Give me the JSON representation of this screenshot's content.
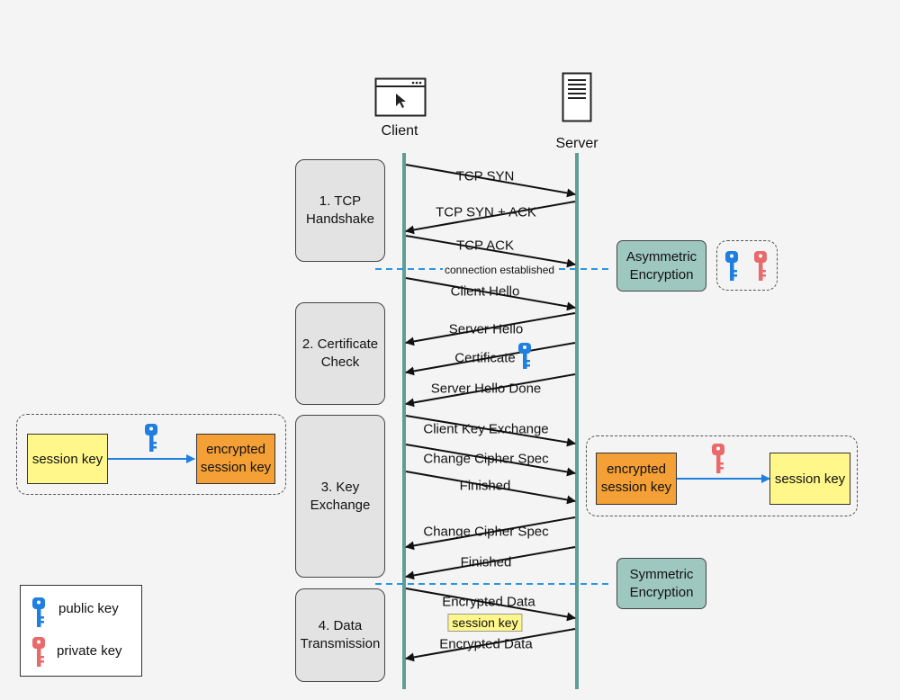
{
  "actors": {
    "client": "Client",
    "server": "Server"
  },
  "phases": {
    "tcp": "1. TCP\nHandshake",
    "cert": "2. Certificate\nCheck",
    "key": "3. Key\nExchange",
    "data": "4. Data\nTransmission"
  },
  "messages": {
    "tcp_syn": "TCP SYN",
    "tcp_syn_ack": "TCP SYN + ACK",
    "tcp_ack": "TCP ACK",
    "connection": "connection established",
    "client_hello": "Client Hello",
    "server_hello": "Server Hello",
    "certificate": "Certificate",
    "server_hello_done": "Server Hello Done",
    "client_key_exchange": "Client Key Exchange",
    "change_cipher_1": "Change Cipher Spec",
    "finished_1": "Finished",
    "change_cipher_2": "Change Cipher Spec",
    "finished_2": "Finished",
    "encrypted_data_1": "Encrypted  Data",
    "session_key_tag": "session key",
    "encrypted_data_2": "Encrypted Data"
  },
  "encryption": {
    "asymmetric": "Asymmetric\nEncryption",
    "symmetric": "Symmetric\nEncryption"
  },
  "left_panel": {
    "session_key": "session key",
    "encrypted": "encrypted\nsession key"
  },
  "right_panel": {
    "encrypted": "encrypted\nsession key",
    "session_key": "session key"
  },
  "legend": {
    "public": "public key",
    "private": "private key"
  },
  "colors": {
    "public_key": "#1f7fe0",
    "private_key": "#e86a6a",
    "lifeline": "#5f9e95",
    "dashed_divider": "#2a96e0"
  }
}
